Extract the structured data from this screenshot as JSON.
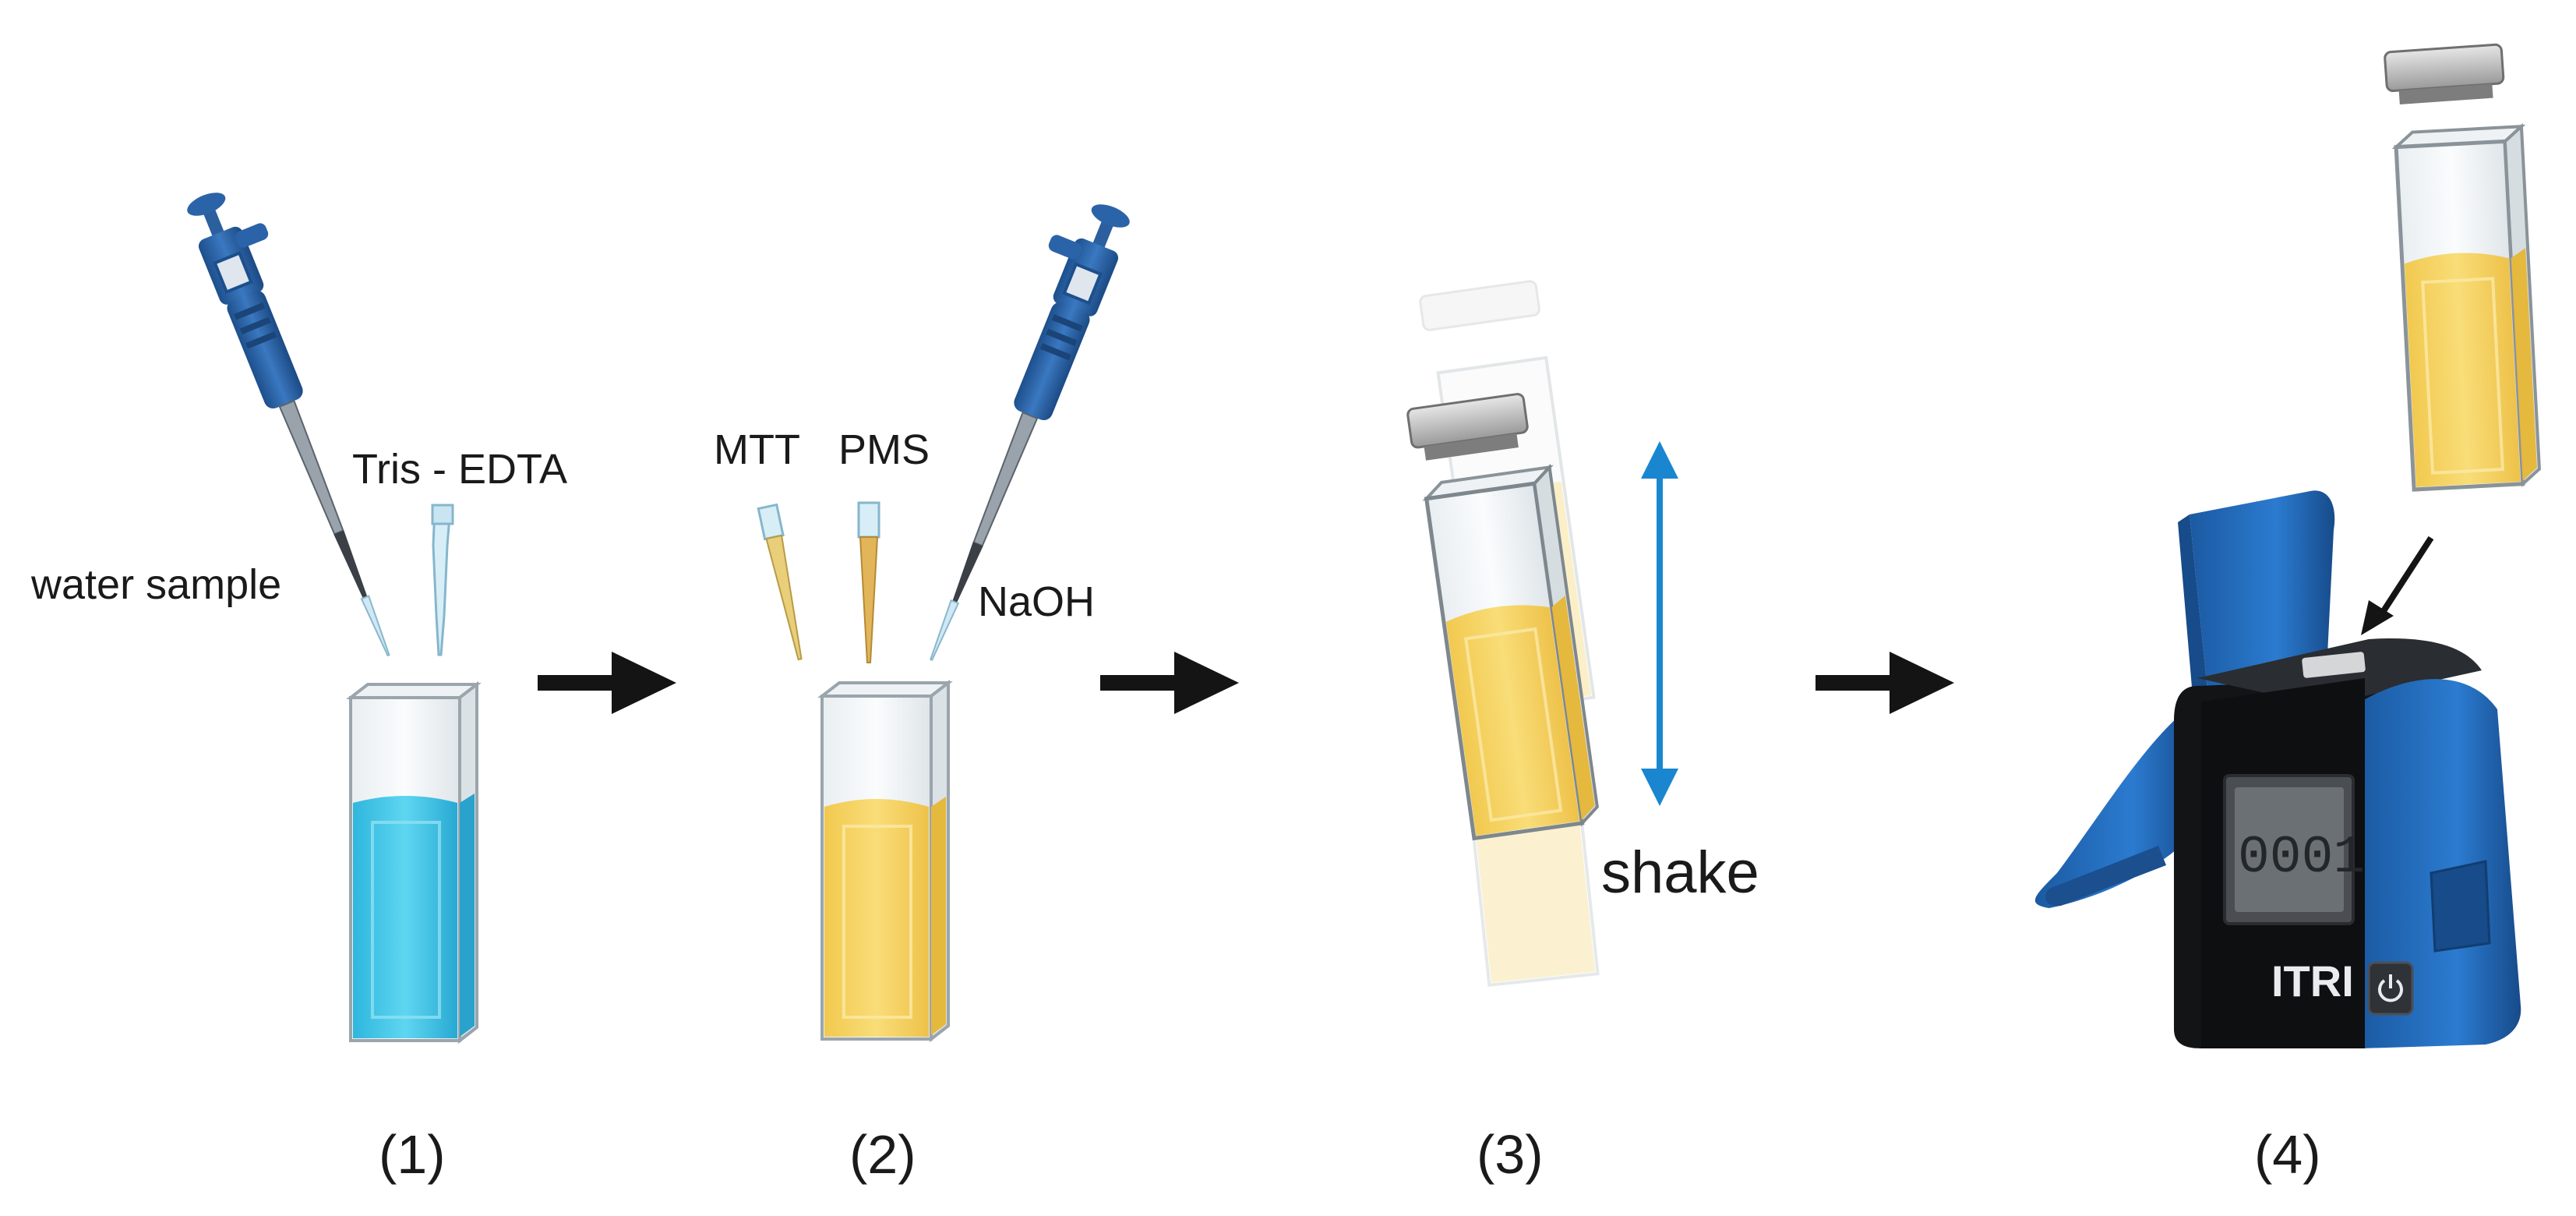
{
  "step1": {
    "water_sample_label": "water sample",
    "reagent_label": "Tris - EDTA",
    "number": "(1)"
  },
  "step2": {
    "reagent1_label": "MTT",
    "reagent2_label": "PMS",
    "reagent3_label": "NaOH",
    "number": "(2)"
  },
  "step3": {
    "action_label": "shake",
    "number": "(3)"
  },
  "step4": {
    "device_brand": "ITRI",
    "display_reading": "0001",
    "number": "(4)"
  },
  "colors": {
    "sample_liquid": "#3ec7e6",
    "reaction_liquid": "#f5d465",
    "pipette_blue": "#2b63a8",
    "shake_arrow": "#1a86cf",
    "device_accent": "#1f63ad",
    "device_body": "#121416",
    "flow_arrow": "#141414"
  },
  "icons": [
    "pipette-icon",
    "pipette-tip-icon",
    "cuvette-icon",
    "cuvette-cap-icon",
    "double-arrow-icon",
    "photometer-device-icon",
    "power-icon"
  ]
}
